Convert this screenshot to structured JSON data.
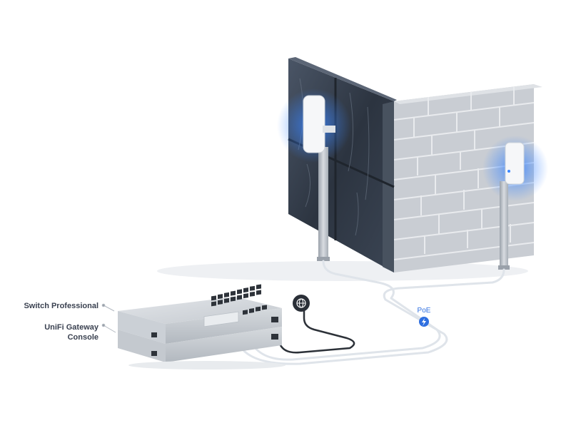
{
  "labels": {
    "switch": "Switch Professional",
    "gateway_line1": "UniFi Gateway",
    "gateway_line2": "Console",
    "poe": "PoE"
  },
  "icons": {
    "internet": "globe-icon",
    "poe": "lightning-bolt-icon"
  },
  "colors": {
    "glow": "#2f7bff",
    "poe_accent": "#2f6fe0",
    "cable_white": "#e6ebf0",
    "cable_dark": "#2c3138",
    "wall_brick": "#c9cdd3",
    "window_glass": "#3a4452"
  }
}
